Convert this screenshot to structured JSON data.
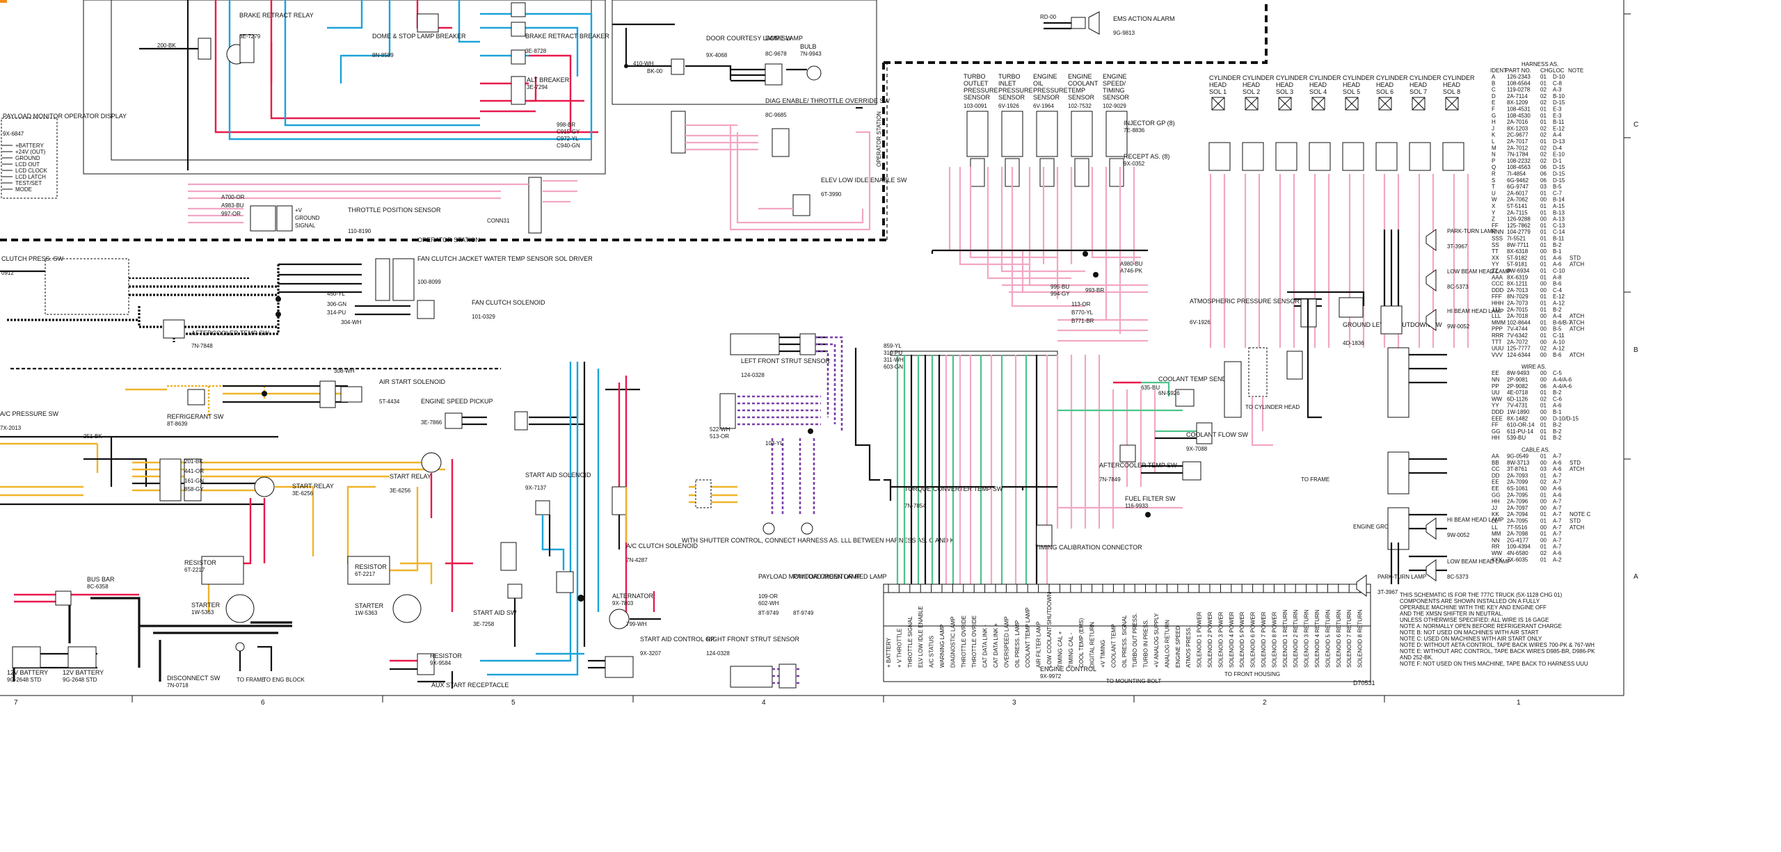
{
  "diagram": {
    "drawing_number": "D70531",
    "zone_rows": [
      "C",
      "B",
      "A"
    ],
    "zone_columns": [
      "7",
      "6",
      "5",
      "4",
      "3",
      "2",
      "1"
    ],
    "station_label": "OPERATOR STATION",
    "station_label_vertical": "OPERATOR STATION",
    "components": [
      {
        "id": "brake-relay",
        "name": "BRAKE RETRACT RELAY",
        "part": "3E-7279"
      },
      {
        "id": "dome-breaker",
        "name": "DOME & STOP LAMP BREAKER",
        "part": "8N-8589"
      },
      {
        "id": "brake-breaker",
        "name": "BRAKE RETRACT BREAKER",
        "part": "3E-8728"
      },
      {
        "id": "alt-breaker",
        "name": "ALT BREAKER",
        "part": "3E-7294"
      },
      {
        "id": "door-switch",
        "name": "DOOR COURTESY LAMP SW",
        "part": "9X-4068"
      },
      {
        "id": "dome-lamp",
        "name": "DOME LAMP",
        "part": "8C-9678"
      },
      {
        "id": "bulb",
        "name": "BULB",
        "part": "7N-9943"
      },
      {
        "id": "diag-sw",
        "name": "DIAG ENABLE/ THROTTLE OVERRIDE SW",
        "part": "8C-9685"
      },
      {
        "id": "elev-sw",
        "name": "ELEV LOW IDLE ENABLE SW",
        "part": "6T-3990"
      },
      {
        "id": "ems-alarm",
        "name": "EMS ACTION ALARM",
        "part": "9G-9813"
      },
      {
        "id": "payload-display",
        "name": "PAYLOAD MONITOR OPERATOR DISPLAY",
        "part": "9X-6847"
      },
      {
        "id": "throttle-sensor",
        "name": "THROTTLE POSITION SENSOR",
        "part": "110-8190"
      },
      {
        "id": "turbo-outlet",
        "name": "TURBO OUTLET PRESSURE SENSOR",
        "part": "103-0091"
      },
      {
        "id": "turbo-inlet",
        "name": "TURBO INLET PRESSURE SENSOR",
        "part": "6V-1926"
      },
      {
        "id": "oil-pressure",
        "name": "ENGINE OIL PRESSURE SENSOR",
        "part": "6V-1964"
      },
      {
        "id": "coolant-temp",
        "name": "ENGINE COOLANT TEMP SENSOR",
        "part": "102-7532"
      },
      {
        "id": "speed-timing",
        "name": "ENGINE SPEED/ TIMING SENSOR",
        "part": "102-9029"
      },
      {
        "id": "injector-gp",
        "name": "INJECTOR GP (8)",
        "part": "7E-8836"
      },
      {
        "id": "recept",
        "name": "RECEPT AS. (8)",
        "part": "9X-0352"
      },
      {
        "id": "fan-clutch-sw",
        "name": "FAN CLUTCH JACKET WATER TEMP SENSOR SOL DRIVER",
        "part": "100-8099"
      },
      {
        "id": "fan-solenoid",
        "name": "FAN CLUTCH SOLENOID",
        "part": "101-0329"
      },
      {
        "id": "aftercooler-sw",
        "name": "AFTERCOOLER TEMP SW",
        "part": "7N-7848"
      },
      {
        "id": "clutch-sw",
        "name": "CLUTCH PRESS. SW",
        "part": "0912"
      },
      {
        "id": "refrig-sw",
        "name": "REFRIGERANT SW",
        "part": "8T-8639"
      },
      {
        "id": "air-solenoid",
        "name": "AIR START SOLENOID",
        "part": "5T-4434"
      },
      {
        "id": "speed-pickup",
        "name": "ENGINE SPEED PICKUP",
        "part": "3E-7866"
      },
      {
        "id": "ac-sw",
        "name": "A/C PRESSURE SW",
        "part": "7X-2013"
      },
      {
        "id": "start-relay",
        "name": "START RELAY",
        "part": "3E-6256"
      },
      {
        "id": "start-relay-2",
        "name": "START RELAY",
        "part": "3E-6256"
      },
      {
        "id": "resistor-1",
        "name": "RESISTOR",
        "part": "6T-2217"
      },
      {
        "id": "resistor-2",
        "name": "RESISTOR",
        "part": "6T-2217"
      },
      {
        "id": "starter-1",
        "name": "STARTER",
        "part": "1W-5363"
      },
      {
        "id": "starter-2",
        "name": "STARTER",
        "part": "1W-5363"
      },
      {
        "id": "bus-bar",
        "name": "BUS BAR",
        "part": "8C-6358"
      },
      {
        "id": "battery-1",
        "name": "12V BATTERY",
        "part": "9G-2648 STD"
      },
      {
        "id": "battery-2",
        "name": "12V BATTERY",
        "part": "9G-2648 STD"
      },
      {
        "id": "disconnect-sw",
        "name": "DISCONNECT SW",
        "part": "7N-0718"
      },
      {
        "id": "start-aid-sol",
        "name": "START AID SOLENOID",
        "part": "9X-7137"
      },
      {
        "id": "start-aid-sw",
        "name": "START AID SW",
        "part": "3E-7258"
      },
      {
        "id": "resistor-3",
        "name": "RESISTOR",
        "part": "9X-9584"
      },
      {
        "id": "aux-recept",
        "name": "AUX START RECEPTACLE",
        "part": ""
      },
      {
        "id": "alternator",
        "name": "ALTERNATOR",
        "part": "9X-7803"
      },
      {
        "id": "ac-clutch",
        "name": "A/C CLUTCH SOLENOID",
        "part": "7N-4287"
      },
      {
        "id": "start-aid-gp",
        "name": "START AID CONTROL GP",
        "part": "9X-3207"
      },
      {
        "id": "left-strut",
        "name": "LEFT FRONT STRUT SENSOR",
        "part": "124-0328"
      },
      {
        "id": "right-strut",
        "name": "RIGHT FRONT STRUT SENSOR",
        "part": "124-0328"
      },
      {
        "id": "green-lamp",
        "name": "PAYLOAD MONITOR GREEN LAMP",
        "part": "8T-9749"
      },
      {
        "id": "red-lamp",
        "name": "PAYLOAD MONITOR RED LAMP",
        "part": "8T-9749"
      },
      {
        "id": "torque-sw",
        "name": "TORQUE CONVERTER TEMP SW",
        "part": "7N-7854"
      },
      {
        "id": "timing-conn",
        "name": "TIMING CALIBRATION CONNECTOR",
        "part": ""
      },
      {
        "id": "aftercooler-sw-2",
        "name": "AFTERCOOLER TEMP SW",
        "part": "7N-7849"
      },
      {
        "id": "coolant-flow",
        "name": "COOLANT FLOW SW",
        "part": "9X-7088"
      },
      {
        "id": "fuel-filter",
        "name": "FUEL FILTER SW",
        "part": "116-9933"
      },
      {
        "id": "coolant-sender",
        "name": "COOLANT TEMP SENDER",
        "part": "6N-5926"
      },
      {
        "id": "atmos-sensor",
        "name": "ATMOSPHERIC PRESSURE SENSOR",
        "part": "6V-1926"
      },
      {
        "id": "ground-sw",
        "name": "GROUND LEVEL SHUTDOWN SW",
        "part": "4D-1836"
      },
      {
        "id": "engine-control",
        "name": "ENGINE CONTROL",
        "part": "9X-9972"
      },
      {
        "id": "park-turn-1",
        "name": "PARK-TURN LAMP",
        "part": "3T-3967"
      },
      {
        "id": "low-beam-1",
        "name": "LOW BEAM HEAD LAMP",
        "part": "8C-5373"
      },
      {
        "id": "hi-beam-1",
        "name": "HI BEAM HEAD LAMP",
        "part": "9W-0052"
      },
      {
        "id": "hi-beam-2",
        "name": "HI BEAM HEAD LAMP",
        "part": "9W-0052"
      },
      {
        "id": "low-beam-2",
        "name": "LOW BEAM HEAD LAMP",
        "part": "8C-5373"
      },
      {
        "id": "park-turn-2",
        "name": "PARK-TURN LAMP",
        "part": "3T-3967"
      }
    ],
    "cylinder_solenoids": [
      "CYLINDER HEAD SOL 1",
      "CYLINDER HEAD SOL 2",
      "CYLINDER HEAD SOL 3",
      "CYLINDER HEAD SOL 4",
      "CYLINDER HEAD SOL 5",
      "CYLINDER HEAD SOL 6",
      "CYLINDER HEAD SOL 7",
      "CYLINDER HEAD SOL 8"
    ],
    "terminal_labels": [
      "TO FRAME",
      "TO ENG BLOCK",
      "TO MOUNTING BOLT",
      "TO FRONT HOUSING",
      "TO CYLINDER HEAD",
      "TO FRAME",
      "ENGINE GROUND"
    ],
    "wire_labels": [
      "200-BK",
      "998-BR",
      "C915-GY",
      "C972-YL",
      "C940-GN",
      "A700-OR",
      "A983-BU",
      "997-OR",
      "993-BR",
      "995-BU",
      "994-GY",
      "A980-BU",
      "A746-PK",
      "113-OR",
      "B770-YL",
      "B771-BR",
      "450-YL",
      "306-GN",
      "314-PU",
      "304-WH",
      "308-WH",
      "201-BK",
      "441-OR",
      "161-GN",
      "858-GY",
      "251-BK",
      "799-WH",
      "635-BU",
      "859-YL",
      "310-PU",
      "311-WH",
      "603-GN",
      "522-WH",
      "513-OR",
      "109-OR",
      "602-WH",
      "103-YL",
      "410-WH",
      "BK-00",
      "RD-00"
    ],
    "harness_table": {
      "title": "HARNESS AS.",
      "headers": [
        "IDENT",
        "PART NO.",
        "CHG",
        "LOC",
        "NOTE"
      ],
      "rows": [
        [
          "A",
          "126-2343",
          "01",
          "D-10",
          ""
        ],
        [
          "B",
          "108-6564",
          "01",
          "C-8",
          ""
        ],
        [
          "C",
          "119-0278",
          "02",
          "A-3",
          ""
        ],
        [
          "D",
          "2A-7114",
          "02",
          "B-10",
          ""
        ],
        [
          "E",
          "8X-1209",
          "02",
          "D-15",
          ""
        ],
        [
          "F",
          "108-4531",
          "01",
          "E-3",
          ""
        ],
        [
          "G",
          "108-4530",
          "01",
          "E-3",
          ""
        ],
        [
          "H",
          "2A-7016",
          "01",
          "B-11",
          ""
        ],
        [
          "J",
          "8X-1203",
          "02",
          "E-12",
          ""
        ],
        [
          "K",
          "2C-9677",
          "02",
          "A-4",
          ""
        ],
        [
          "L",
          "2A-7017",
          "01",
          "D-13",
          ""
        ],
        [
          "M",
          "2A-7012",
          "02",
          "D-4",
          ""
        ],
        [
          "N",
          "7N-1784",
          "02",
          "E-10",
          ""
        ],
        [
          "P",
          "108-2232",
          "02",
          "D-1",
          ""
        ],
        [
          "Q",
          "108-4563",
          "06",
          "D-15",
          ""
        ],
        [
          "R",
          "7I-4854",
          "06",
          "D-15",
          ""
        ],
        [
          "S",
          "6G-9462",
          "06",
          "D-15",
          ""
        ],
        [
          "T",
          "6G-9747",
          "03",
          "B-5",
          ""
        ],
        [
          "U",
          "2A-6017",
          "01",
          "C-7",
          ""
        ],
        [
          "W",
          "2A-7062",
          "00",
          "B-14",
          ""
        ],
        [
          "X",
          "5T-5141",
          "01",
          "A-15",
          ""
        ],
        [
          "Y",
          "2A-7115",
          "01",
          "B-13",
          ""
        ],
        [
          "Z",
          "126-9288",
          "00",
          "A-13",
          ""
        ],
        [
          "FF",
          "125-7862",
          "01",
          "C-13",
          ""
        ],
        [
          "NNN",
          "104-2779",
          "01",
          "C-14",
          ""
        ],
        [
          "SSS",
          "7I-5521",
          "01",
          "B-11",
          ""
        ],
        [
          "SS",
          "8W-7711",
          "01",
          "B-2",
          ""
        ],
        [
          "TT",
          "8X-6318",
          "00",
          "B-1",
          ""
        ],
        [
          "XX",
          "5T-9182",
          "01",
          "A-6",
          "STD"
        ],
        [
          "YY",
          "5T-9181",
          "01",
          "A-6",
          "ATCH"
        ],
        [
          "ZZ",
          "8W-6934",
          "01",
          "C-10",
          ""
        ],
        [
          "AAA",
          "8X-6319",
          "01",
          "A-8",
          ""
        ],
        [
          "CCC",
          "8X-1211",
          "00",
          "B-6",
          ""
        ],
        [
          "DDD",
          "2A-7013",
          "00",
          "C-4",
          ""
        ],
        [
          "FFF",
          "8N-7029",
          "01",
          "E-12",
          ""
        ],
        [
          "HHH",
          "2A-7073",
          "01",
          "A-12",
          ""
        ],
        [
          "JJJ",
          "2A-7015",
          "01",
          "B-2",
          ""
        ],
        [
          "LLL",
          "2A-7018",
          "00",
          "A-4",
          "ATCH"
        ],
        [
          "MMM",
          "102-8644",
          "01",
          "B-6/B-7",
          "ATCH"
        ],
        [
          "PPP",
          "7V-4744",
          "00",
          "B-5",
          "ATCH"
        ],
        [
          "RRR",
          "7V-6342",
          "01",
          "C-11",
          ""
        ],
        [
          "TTT",
          "2A-7072",
          "00",
          "A-10",
          ""
        ],
        [
          "UUU",
          "125-7777",
          "02",
          "A-12",
          ""
        ],
        [
          "VVV",
          "124-6344",
          "00",
          "B-6",
          "ATCH"
        ]
      ]
    },
    "wire_table": {
      "title": "WIRE AS.",
      "rows": [
        [
          "EE",
          "8W-9493",
          "00",
          "C-5",
          ""
        ],
        [
          "NN",
          "2P-9081",
          "00",
          "A-4/A-6",
          ""
        ],
        [
          "PP",
          "2P-9082",
          "06",
          "A-4/A-6",
          ""
        ],
        [
          "UU",
          "4E-0718",
          "01",
          "B-2",
          ""
        ],
        [
          "WW",
          "6D-1126",
          "02",
          "C-6",
          ""
        ],
        [
          "YY",
          "7V-4731",
          "01",
          "A-6",
          ""
        ],
        [
          "DDD",
          "1W-1890",
          "00",
          "B-1",
          ""
        ],
        [
          "EEE",
          "8X-1482",
          "00",
          "D-10/D-15",
          ""
        ],
        [
          "FF",
          "610-OR-14",
          "01",
          "B-2",
          ""
        ],
        [
          "GG",
          "611-PU-14",
          "01",
          "B-2",
          ""
        ],
        [
          "HH",
          "539-BU",
          "01",
          "B-2",
          ""
        ]
      ]
    },
    "cable_table": {
      "title": "CABLE AS.",
      "rows": [
        [
          "AA",
          "9G-0549",
          "01",
          "A-7",
          ""
        ],
        [
          "BB",
          "8W-3713",
          "00",
          "A-6",
          "STD"
        ],
        [
          "CC",
          "3T-8761",
          "03",
          "A-6",
          "ATCH"
        ],
        [
          "DD",
          "2A-7093",
          "01",
          "A-7",
          ""
        ],
        [
          "EE",
          "2A-7099",
          "02",
          "A-7",
          ""
        ],
        [
          "EE",
          "6S-1061",
          "00",
          "A-6",
          ""
        ],
        [
          "GG",
          "2A-7095",
          "01",
          "A-6",
          ""
        ],
        [
          "HH",
          "2A-7096",
          "00",
          "A-7",
          ""
        ],
        [
          "JJ",
          "2A-7097",
          "00",
          "A-7",
          ""
        ],
        [
          "KK",
          "2A-7094",
          "01",
          "A-7",
          "NOTE C"
        ],
        [
          "LL",
          "2A-7095",
          "01",
          "A-7",
          "STD"
        ],
        [
          "LL",
          "7T-5516",
          "00",
          "A-7",
          "ATCH"
        ],
        [
          "MM",
          "2A-7098",
          "01",
          "A-7",
          ""
        ],
        [
          "NN",
          "2G-4177",
          "00",
          "A-7",
          ""
        ],
        [
          "RR",
          "109-4394",
          "01",
          "A-7",
          ""
        ],
        [
          "WW",
          "4N-6580",
          "02",
          "A-6",
          ""
        ],
        [
          "KKK",
          "7X-6035",
          "01",
          "A-2",
          ""
        ]
      ]
    },
    "notes": [
      "THIS SCHEMATIC IS FOR THE 777C TRUCK (5X-1128 CHG 01)",
      "COMPONENTS ARE SHOWN INSTALLED ON A FULLY",
      "OPERABLE MACHINE WITH THE KEY AND ENGINE OFF",
      "AND THE XMSN SHIFTER IN NEUTRAL.",
      "UNLESS OTHERWISE SPECIFIED: ALL WIRE IS 16 GAGE",
      "NOTE A: NORMALLY OPEN BEFORE REFRIGERANT CHARGE",
      "NOTE B: NOT USED ON MACHINES WITH AIR START",
      "NOTE C: USED ON MACHINES WITH AIR START ONLY",
      "NOTE D: WITHOUT AETA CONTROL, TAPE BACK WIRES 700-PK & 767-WH",
      "NOTE E: WITHOUT ARC CONTROL, TAPE BACK WIRES D985-BR, D986-PK",
      "AND 252-BK.",
      "NOTE F: NOT USED ON THIS MACHINE, TAPE BACK TO HARNESS UUU"
    ],
    "shutter_note": "WITH SHUTTER CONTROL, CONNECT HARNESS AS. LLL BETWEEN HARNESS AS. C AND K",
    "ecm_pins": [
      "+ BATTERY",
      "+ V THROTTLE",
      "THROTTLE SIGNAL",
      "ELV LOW IDLE ENABLE",
      "A/C STATUS",
      "WARNING LAMP",
      "DIAGNOSTIC LAMP",
      "THROTTLE OVRIDE",
      "THROTTLE OVRIDE",
      "CAT DATA LINK -",
      "CAT DATA LINK +",
      "OVERSPEED LAMP",
      "OIL PRESS. LAMP",
      "COOLANT TEMP LAMP",
      "AIR FILTER LAMP",
      "LOW COOLANT SHUTDOWN",
      "TIMING CAL +",
      "TIMING CAL -",
      "COOL TEMP (EMS)",
      "DIGITAL RETURN",
      "+V TIMING",
      "COOLANT TEMP",
      "OIL PRESS. SIGNAL",
      "TURBO OUT PRESS.",
      "TURBO IN PRESS.",
      "+V ANALOG SUPPLY",
      "ANALOG RETURN",
      "ENGINE SPEED",
      "ATMOS PRESS.",
      "SOLENOID 1 POWER",
      "SOLENOID 2 POWER",
      "SOLENOID 3 POWER",
      "SOLENOID 4 POWER",
      "SOLENOID 5 POWER",
      "SOLENOID 6 POWER",
      "SOLENOID 7 POWER",
      "SOLENOID 8 POWER",
      "SOLENOID 1 RETURN",
      "SOLENOID 2 RETURN",
      "SOLENOID 3 RETURN",
      "SOLENOID 4 RETURN",
      "SOLENOID 5 RETURN",
      "SOLENOID 6 RETURN",
      "SOLENOID 7 RETURN",
      "SOLENOID 8 RETURN"
    ],
    "payload_display_pins": [
      "+BATTERY",
      "+24V (OUT)",
      "GROUND",
      "LCD OUT",
      "LCD CLOCK",
      "LCD LATCH",
      "TEST/SET",
      "MODE"
    ],
    "throttle_pins": [
      "+V",
      "GROUND",
      "SIGNAL"
    ]
  }
}
